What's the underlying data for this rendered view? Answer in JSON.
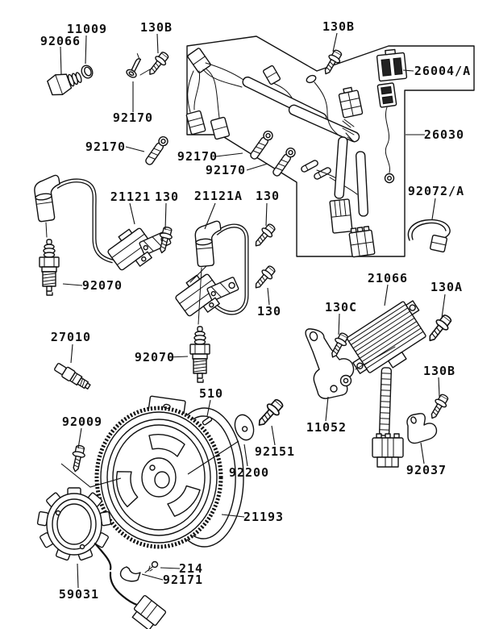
{
  "diagram": {
    "description": "Exploded parts diagram - engine electrical equipment (ignition, wiring harness, flywheel, stator, regulator)",
    "background_color": "#ffffff",
    "line_color": "#111111"
  },
  "labels": [
    {
      "text": "92066"
    },
    {
      "text": "11009"
    },
    {
      "text": "130B"
    },
    {
      "text": "92170"
    },
    {
      "text": "92170"
    },
    {
      "text": "92170"
    },
    {
      "text": "92170"
    },
    {
      "text": "130B"
    },
    {
      "text": "26004/A"
    },
    {
      "text": "26030"
    },
    {
      "text": "92072/A"
    },
    {
      "text": "21121"
    },
    {
      "text": "130"
    },
    {
      "text": "21121A"
    },
    {
      "text": "130"
    },
    {
      "text": "130"
    },
    {
      "text": "92070"
    },
    {
      "text": "92070"
    },
    {
      "text": "27010"
    },
    {
      "text": "21066"
    },
    {
      "text": "130C"
    },
    {
      "text": "130A"
    },
    {
      "text": "130B"
    },
    {
      "text": "11052"
    },
    {
      "text": "92037"
    },
    {
      "text": "92009"
    },
    {
      "text": "510"
    },
    {
      "text": "92151"
    },
    {
      "text": "92200"
    },
    {
      "text": "21193"
    },
    {
      "text": "214"
    },
    {
      "text": "92171"
    },
    {
      "text": "59031"
    }
  ]
}
